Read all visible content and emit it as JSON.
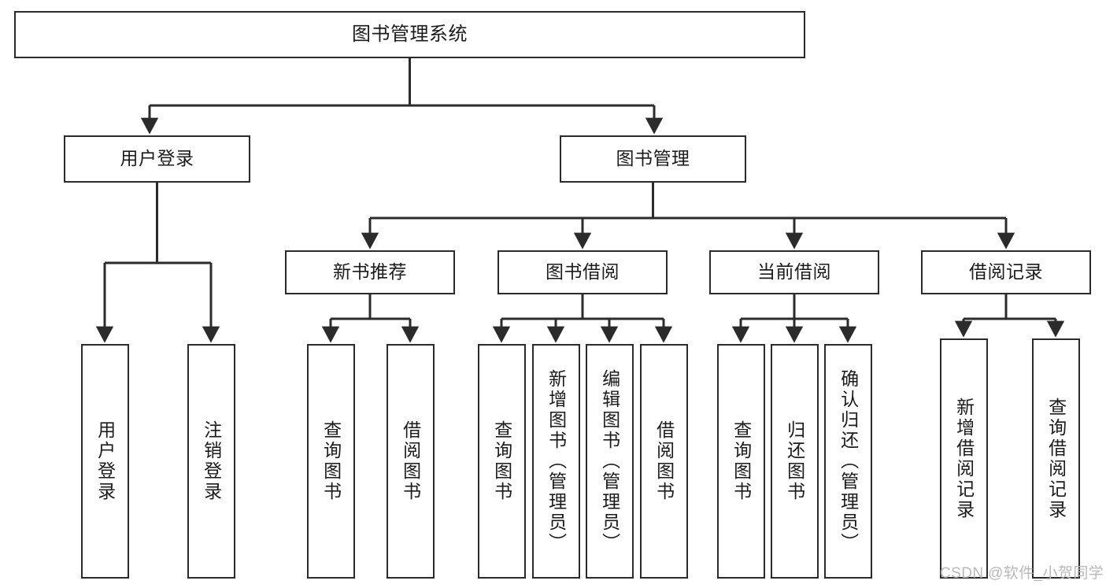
{
  "diagram": {
    "title": "图书管理系统",
    "type": "tree-hierarchy",
    "watermark": "CSDN @软件_小贺同学",
    "colors": {
      "background": "#ffffff",
      "box_border": "#2b2b2b",
      "box_fill": "#ffffff",
      "text": "#1b1b1b",
      "edge": "#2b2b2b",
      "watermark": "#b9b9b9"
    },
    "root": {
      "label": "图书管理系统"
    },
    "level1": [
      {
        "label": "用户登录"
      },
      {
        "label": "图书管理"
      }
    ],
    "level2": [
      {
        "label": "新书推荐"
      },
      {
        "label": "图书借阅"
      },
      {
        "label": "当前借阅"
      },
      {
        "label": "借阅记录"
      }
    ],
    "leaves": {
      "user_login": [
        {
          "label": "用户登录"
        },
        {
          "label": "注销登录"
        }
      ],
      "new_book_recommend": [
        {
          "label": "查询图书"
        },
        {
          "label": "借阅图书"
        }
      ],
      "book_borrow": [
        {
          "label": "查询图书"
        },
        {
          "label": "新增图书（管理员）"
        },
        {
          "label": "编辑图书（管理员）"
        },
        {
          "label": "借阅图书"
        }
      ],
      "current_borrow": [
        {
          "label": "查询图书"
        },
        {
          "label": "归还图书"
        },
        {
          "label": "确认归还（管理员）"
        }
      ],
      "borrow_record": [
        {
          "label": "新增借阅记录"
        },
        {
          "label": "查询借阅记录"
        }
      ]
    }
  }
}
